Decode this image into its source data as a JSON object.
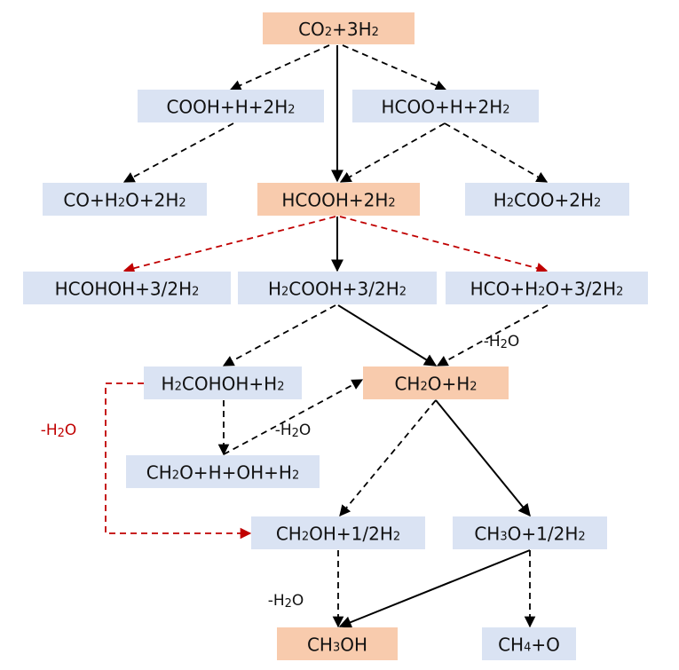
{
  "colors": {
    "highlight_fill": "#f8cbad",
    "normal_fill": "#dae3f3",
    "solid_edge": "#000000",
    "dashed_edge": "#000000",
    "red_edge": "#c00000"
  },
  "nodes": [
    {
      "id": "co2",
      "highlight": true,
      "label": [
        [
          "CO",
          ""
        ],
        [
          "2",
          "s"
        ],
        [
          "+3H",
          ""
        ],
        [
          "2",
          "s"
        ]
      ]
    },
    {
      "id": "cooh",
      "highlight": false,
      "label": [
        [
          "COOH+H+2H",
          ""
        ],
        [
          "2",
          "s"
        ]
      ]
    },
    {
      "id": "hcoo",
      "highlight": false,
      "label": [
        [
          "HCOO+H+2H",
          ""
        ],
        [
          "2",
          "s"
        ]
      ]
    },
    {
      "id": "co",
      "highlight": false,
      "label": [
        [
          "CO+H",
          ""
        ],
        [
          "2",
          "s"
        ],
        [
          "O+2H",
          ""
        ],
        [
          "2",
          "s"
        ]
      ]
    },
    {
      "id": "hcooh",
      "highlight": true,
      "label": [
        [
          "HCOOH+2H",
          ""
        ],
        [
          "2",
          "s"
        ]
      ]
    },
    {
      "id": "h2coo",
      "highlight": false,
      "label": [
        [
          "H",
          ""
        ],
        [
          "2",
          "s"
        ],
        [
          "COO+2H",
          ""
        ],
        [
          "2",
          "s"
        ]
      ]
    },
    {
      "id": "hcohoh",
      "highlight": false,
      "label": [
        [
          "HCOHOH+3/2H",
          ""
        ],
        [
          "2",
          "s"
        ]
      ]
    },
    {
      "id": "h2cooh",
      "highlight": false,
      "label": [
        [
          "H",
          ""
        ],
        [
          "2",
          "s"
        ],
        [
          "COOH+3/2H",
          ""
        ],
        [
          "2",
          "s"
        ]
      ]
    },
    {
      "id": "hco",
      "highlight": false,
      "label": [
        [
          "HCO+H",
          ""
        ],
        [
          "2",
          "s"
        ],
        [
          "O+3/2H",
          ""
        ],
        [
          "2",
          "s"
        ]
      ]
    },
    {
      "id": "h2cohoh",
      "highlight": false,
      "label": [
        [
          "H",
          ""
        ],
        [
          "2",
          "s"
        ],
        [
          "COHOH+H",
          ""
        ],
        [
          "2",
          "s"
        ]
      ]
    },
    {
      "id": "ch2o",
      "highlight": true,
      "label": [
        [
          "CH",
          ""
        ],
        [
          "2",
          "s"
        ],
        [
          "O+H",
          ""
        ],
        [
          "2",
          "s"
        ]
      ]
    },
    {
      "id": "ch2ohoh",
      "highlight": false,
      "label": [
        [
          "CH",
          ""
        ],
        [
          "2",
          "s"
        ],
        [
          "O+H+OH+H",
          ""
        ],
        [
          "2",
          "s"
        ]
      ]
    },
    {
      "id": "ch2oh",
      "highlight": false,
      "label": [
        [
          "CH",
          ""
        ],
        [
          "2",
          "s"
        ],
        [
          "OH+1/2H",
          ""
        ],
        [
          "2",
          "s"
        ]
      ]
    },
    {
      "id": "ch3o",
      "highlight": false,
      "label": [
        [
          "CH",
          ""
        ],
        [
          "3",
          "s"
        ],
        [
          "O+1/2H",
          ""
        ],
        [
          "2",
          "s"
        ]
      ]
    },
    {
      "id": "ch3oh",
      "highlight": true,
      "label": [
        [
          "CH",
          ""
        ],
        [
          "3",
          "s"
        ],
        [
          "OH",
          ""
        ]
      ]
    },
    {
      "id": "ch4",
      "highlight": false,
      "label": [
        [
          "CH",
          ""
        ],
        [
          "4",
          "s"
        ],
        [
          "+O",
          ""
        ]
      ]
    }
  ],
  "edges": [
    {
      "id": "co2-cooh",
      "from": "co2",
      "to": "cooh",
      "style": "dashed"
    },
    {
      "id": "co2-hcoo",
      "from": "co2",
      "to": "hcoo",
      "style": "dashed"
    },
    {
      "id": "co2-hcooh",
      "from": "co2",
      "to": "hcooh",
      "style": "solid"
    },
    {
      "id": "cooh-co",
      "from": "cooh",
      "to": "co",
      "style": "dashed"
    },
    {
      "id": "hcoo-hcooh",
      "from": "hcoo",
      "to": "hcooh",
      "style": "dashed"
    },
    {
      "id": "hcoo-h2coo",
      "from": "hcoo",
      "to": "h2coo",
      "style": "dashed"
    },
    {
      "id": "hcooh-hcohoh",
      "from": "hcooh",
      "to": "hcohoh",
      "style": "red"
    },
    {
      "id": "hcooh-h2cooh",
      "from": "hcooh",
      "to": "h2cooh",
      "style": "solid"
    },
    {
      "id": "hcooh-hco",
      "from": "hcooh",
      "to": "hco",
      "style": "red"
    },
    {
      "id": "h2cooh-h2cohoh",
      "from": "h2cooh",
      "to": "h2cohoh",
      "style": "dashed"
    },
    {
      "id": "h2cooh-ch2o",
      "from": "h2cooh",
      "to": "ch2o",
      "style": "solid"
    },
    {
      "id": "hco-ch2o",
      "from": "hco",
      "to": "ch2o",
      "style": "dashed",
      "label": [
        [
          "-H",
          ""
        ],
        [
          "2",
          "s"
        ],
        [
          "O",
          ""
        ]
      ]
    },
    {
      "id": "h2cohoh-ch2ohoh",
      "from": "h2cohoh",
      "to": "ch2ohoh",
      "style": "dashed"
    },
    {
      "id": "ch2ohoh-ch2o",
      "from": "ch2ohoh",
      "to": "ch2o",
      "style": "dashed",
      "label": [
        [
          "-H",
          ""
        ],
        [
          "2",
          "s"
        ],
        [
          "O",
          ""
        ]
      ]
    },
    {
      "id": "h2cohoh-ch2oh",
      "from": "h2cohoh",
      "to": "ch2oh",
      "style": "red",
      "label": [
        [
          "-H",
          ""
        ],
        [
          "2",
          "s"
        ],
        [
          "O",
          ""
        ]
      ]
    },
    {
      "id": "ch2o-ch2oh",
      "from": "ch2o",
      "to": "ch2oh",
      "style": "dashed"
    },
    {
      "id": "ch2o-ch3o",
      "from": "ch2o",
      "to": "ch3o",
      "style": "solid"
    },
    {
      "id": "ch2oh-ch3oh",
      "from": "ch2oh",
      "to": "ch3oh",
      "style": "dashed",
      "label": [
        [
          "-H",
          ""
        ],
        [
          "2",
          "s"
        ],
        [
          "O",
          ""
        ]
      ]
    },
    {
      "id": "ch3o-ch3oh",
      "from": "ch3o",
      "to": "ch3oh",
      "style": "solid"
    },
    {
      "id": "ch3o-ch4",
      "from": "ch3o",
      "to": "ch4",
      "style": "dashed"
    }
  ]
}
